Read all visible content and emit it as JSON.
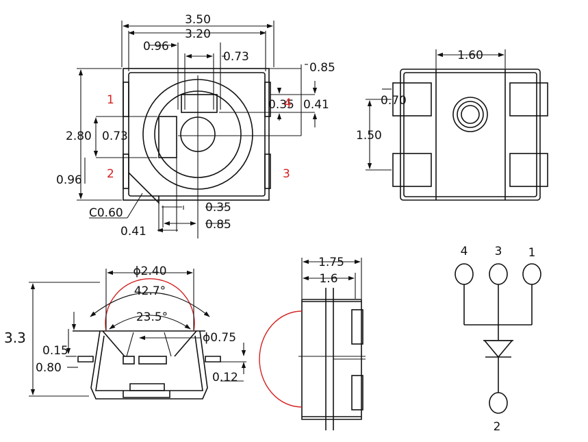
{
  "top_view": {
    "dims": [
      "3.50",
      "3.20",
      "0.96",
      "0.73",
      "0.85",
      "0.35",
      "0.41",
      "2.80",
      "0.73",
      "0.96",
      "0.35",
      "0.85",
      "0.41",
      "C0.60"
    ],
    "pads": [
      "1",
      "2",
      "3",
      "4"
    ]
  },
  "back_view": {
    "dims": [
      "1.60",
      "0.70",
      "1.50"
    ]
  },
  "front_view": {
    "dims": [
      "ϕ2.40",
      "42.7°",
      "23.5°",
      "ϕ0.75",
      "3.3",
      "0.15",
      "0.80",
      "0.12"
    ]
  },
  "side_view": {
    "dims": [
      "1.75",
      "1.6"
    ]
  },
  "schematic": {
    "pins": [
      "4",
      "3",
      "1",
      "2"
    ]
  },
  "colors": {
    "line": "#111111",
    "highlight": "#d42020"
  }
}
